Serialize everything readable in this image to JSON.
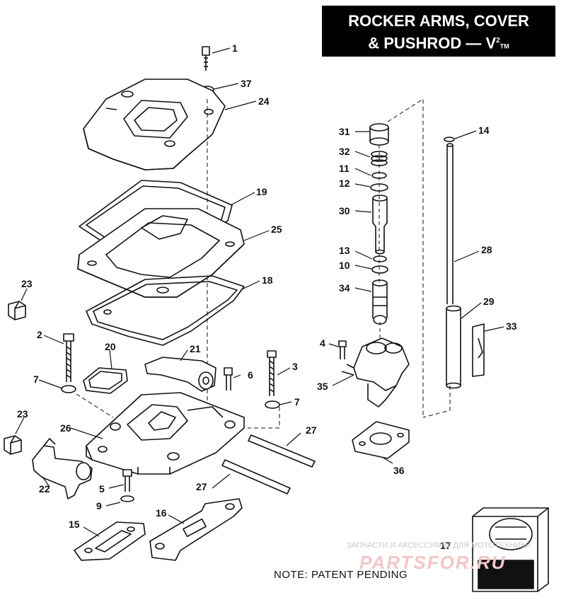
{
  "title": {
    "line1": "ROCKER ARMS, COVER",
    "line2": "& PUSHROD — V",
    "sup": "2",
    "sub": "TM"
  },
  "callouts": [
    "1",
    "37",
    "24",
    "19",
    "25",
    "18",
    "23",
    "2",
    "20",
    "21",
    "6",
    "3",
    "7",
    "7",
    "23",
    "26",
    "22",
    "5",
    "9",
    "15",
    "16",
    "27",
    "27",
    "31",
    "32",
    "11",
    "12",
    "30",
    "13",
    "10",
    "34",
    "4",
    "35",
    "36",
    "14",
    "28",
    "29",
    "33",
    "17"
  ],
  "note": "NOTE: PATENT PENDING",
  "watermark": {
    "line1": "ЗАПЧАСТИ И АКСЕССУАРЫ ДЛЯ МОТОТЕХНИКИ",
    "line2": "PARTSFOR.RU"
  },
  "colors": {
    "ink": "#111111",
    "title_bg": "#000000",
    "title_fg": "#ffffff"
  },
  "icons": {
    "logo": "harley-davidson-logo-icon"
  }
}
